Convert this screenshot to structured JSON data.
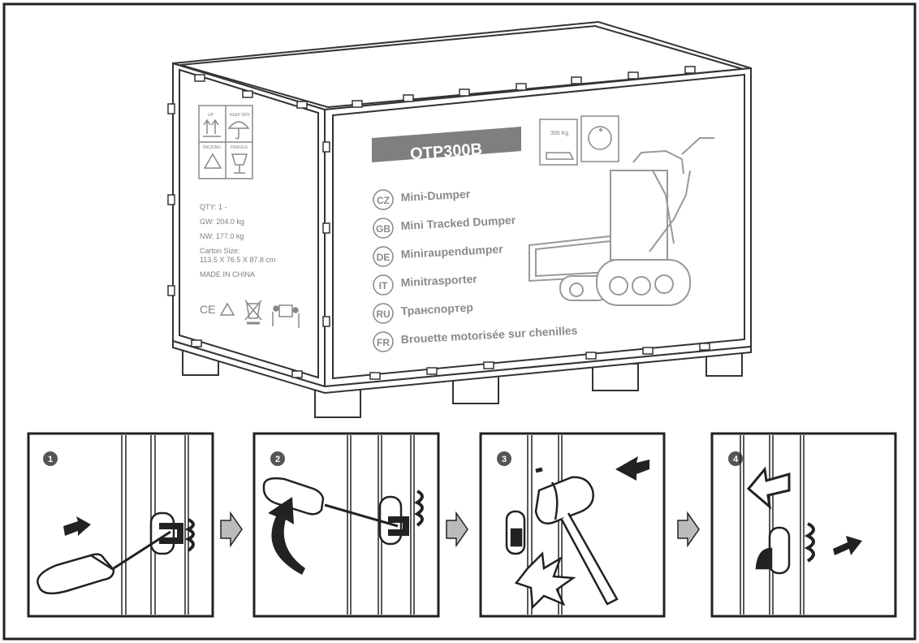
{
  "box": {
    "model": "QTP300B",
    "languages": [
      {
        "code": "CZ",
        "name": "Mini-Dumper"
      },
      {
        "code": "GB",
        "name": "Mini Tracked Dumper"
      },
      {
        "code": "DE",
        "name": "Miniraupendumper"
      },
      {
        "code": "IT",
        "name": "Minitrasporter"
      },
      {
        "code": "RU",
        "name": "Транспортер"
      },
      {
        "code": "FR",
        "name": "Brouette motorisée sur chenilles"
      }
    ],
    "load_badge": "300 Kg",
    "side_panel": {
      "handling_symbols": [
        "UP",
        "KEEP DRY",
        "PACKING",
        "FRAGILE"
      ],
      "specs": [
        "QTY: 1 -",
        "GW: 204.0 kg",
        "NW: 177.0 kg",
        "Carton Size:",
        "113.5 X 76.5 X 87.8 cm",
        "MADE IN CHINA"
      ],
      "ce_mark": "CE"
    }
  },
  "steps": [
    {
      "number": "1",
      "icon": "screwdriver-insert-icon"
    },
    {
      "number": "2",
      "icon": "screwdriver-lever-icon"
    },
    {
      "number": "3",
      "icon": "hammer-strike-icon"
    },
    {
      "number": "4",
      "icon": "clip-removed-icon"
    }
  ]
}
